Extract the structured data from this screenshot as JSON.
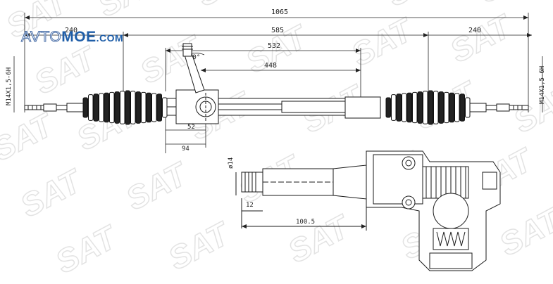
{
  "logo": {
    "part1": "AVTO",
    "part2": "MOE",
    "part3": ".COM"
  },
  "watermark": {
    "text": "SAT"
  },
  "dimensions": {
    "overall_length": "1065",
    "left_tie_rod": "240",
    "right_tie_rod": "240",
    "rack_width": "585",
    "mount_width": "532",
    "inner_width": "448",
    "pinion_angle": "20°",
    "pinion_offset_a": "52",
    "pinion_offset_b": "94",
    "thread_left": "M14X1,5-6H",
    "thread_right": "M14X1,5-6H",
    "shaft_diameter": "ø14",
    "spline_length": "12",
    "shaft_length": "100.5"
  },
  "colors": {
    "line": "#1a1a1a",
    "watermark": "#e3e3e3",
    "logo": "#1f5ea8"
  }
}
